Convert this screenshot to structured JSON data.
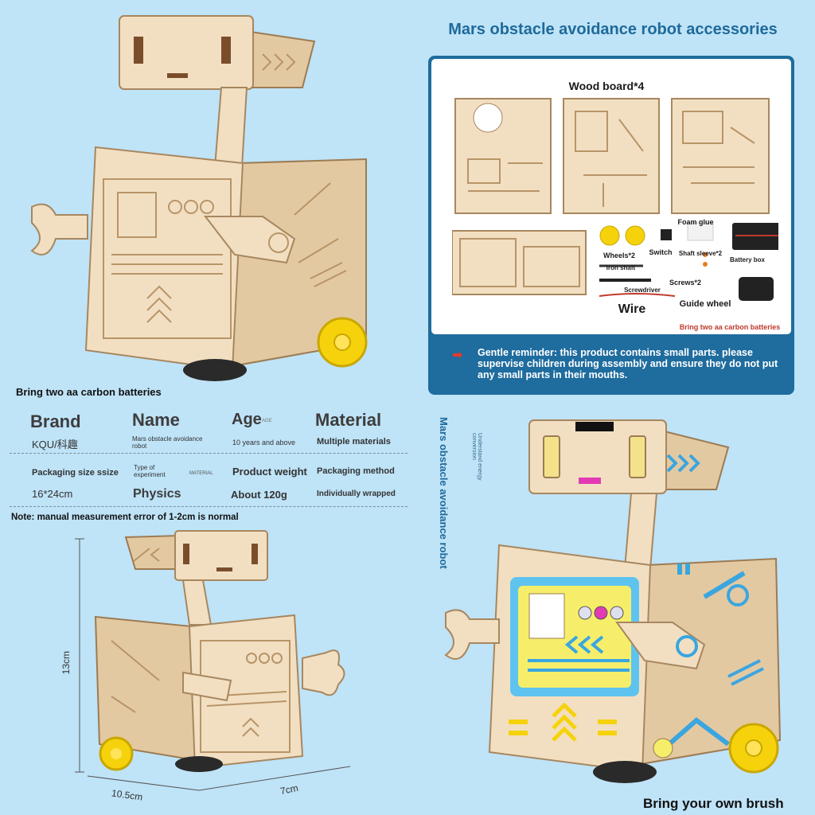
{
  "top_caption": "Bring two aa carbon batteries",
  "accessories": {
    "title": "Mars obstacle avoidance robot accessories",
    "wood_board": "Wood board*4",
    "foam_glue": "Foam glue",
    "wheels": "Wheels*2",
    "switch": "Switch",
    "shaft_sleeve": "Shaft sleeve*2",
    "battery_box": "Battery box",
    "iron_shaft": "Iron shaft",
    "screwdriver": "Screwdriver",
    "screws": "Screws*2",
    "wire": "Wire",
    "guide_wheel": "Guide wheel",
    "batteries_note": "Bring two aa carbon batteries",
    "reminder": "Gentle reminder: this product contains small parts. please supervise children during assembly and ensure they do not put any small parts in their mouths."
  },
  "specs": {
    "brand_label": "Brand",
    "brand_value": "KQU/科趣",
    "name_label": "Name",
    "name_value": "Mars obstacle avoidance robot",
    "age_label": "Age",
    "age_small": "AGE",
    "age_value": "10 years and above",
    "material_label": "Material",
    "material_value": "Multiple materials",
    "pack_size_label": "Packaging size ssize",
    "pack_size_value": "16*24cm",
    "type_label": "Type of experiment",
    "type_small": "MATERIAL",
    "type_value": "Physics",
    "weight_label": "Product weight",
    "weight_value": "About 120g",
    "method_label": "Packaging method",
    "method_value": "Individually wrapped",
    "note": "Note: manual measurement error of 1-2cm is normal"
  },
  "dimensions": {
    "height": "13cm",
    "width": "10.5cm",
    "depth": "7cm"
  },
  "side_text": {
    "vertical_title": "Mars obstacle avoidance robot",
    "vertical_small": "Understand energy conversion"
  },
  "bottom_caption": "Bring your own brush"
}
